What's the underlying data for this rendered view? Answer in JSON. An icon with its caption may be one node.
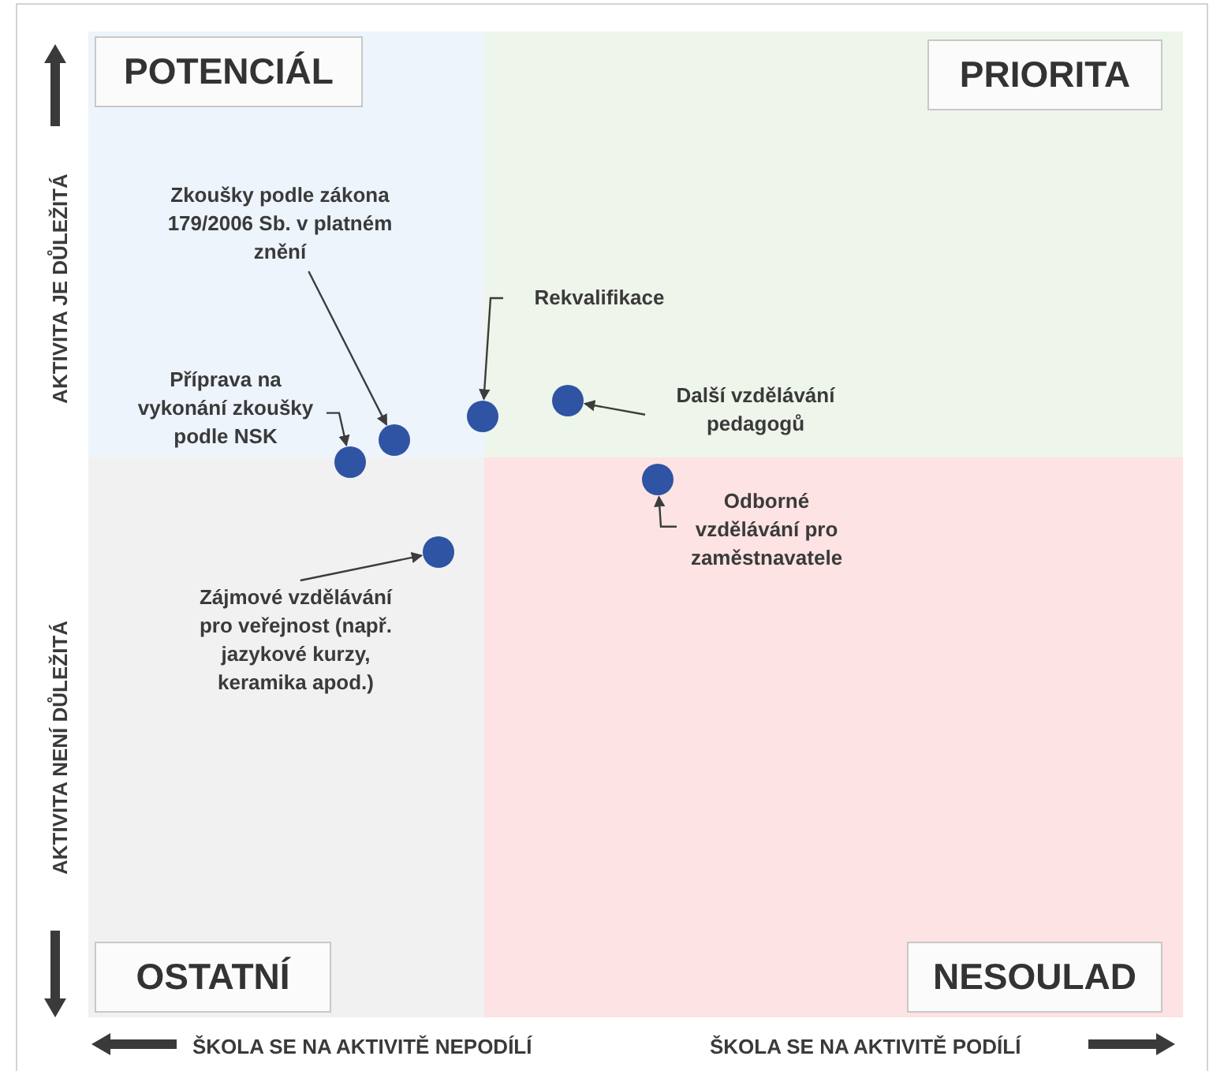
{
  "diagram": {
    "nodes": [
      {
        "text": [
          "POTENCIÁL"
        ]
      },
      {
        "text": [
          "PRIORITA"
        ]
      },
      {
        "text": [
          "OSTATNÍ"
        ]
      },
      {
        "text": [
          "NESOULAD"
        ]
      },
      {
        "text": [
          "Zkoušky podle zákona 179/2006 Sb. v platném znění"
        ],
        "in": 0
      },
      {
        "text": [
          "Příprava na vykonání zkoušky podle NSK"
        ],
        "in": 0
      },
      {
        "text": [
          "Rekvalifikace"
        ],
        "in": 1
      },
      {
        "text": [
          "Další vzdělávání pedagogů"
        ],
        "in": 1
      },
      {
        "text": [
          "Odborné vzdělávání pro zaměstnavatele"
        ],
        "in": 3
      },
      {
        "text": [
          "Zájmové vzdělávání pro veřejnost (např. jazykové kurzy, keramika apod.)"
        ],
        "in": 2
      },
      {
        "text": [],
        "shape": "circle"
      },
      {
        "text": [],
        "shape": "circle",
        "in": 0
      },
      {
        "text": [],
        "shape": "circle",
        "in": 2
      },
      {
        "text": [],
        "shape": "circle"
      },
      {
        "text": [],
        "shape": "circle",
        "in": 1
      },
      {
        "text": [],
        "shape": "circle",
        "in": 3
      }
    ],
    "edges": [
      {
        "from": 4,
        "to": 11,
        "arrow": "to"
      },
      {
        "from": 5,
        "to": 10,
        "arrow": "to"
      },
      {
        "from": 6,
        "to": 13,
        "arrow": "to"
      },
      {
        "from": 7,
        "to": 14,
        "arrow": "to"
      },
      {
        "from": 8,
        "to": 15,
        "arrow": "to"
      },
      {
        "from": 9,
        "to": 12,
        "arrow": "to"
      }
    ],
    "labels": [
      "AKTIVITA JE DŮLEŽITÁ",
      "AKTIVITA NENÍ DŮLEŽITÁ",
      "ŠKOLA SE NA AKTIVITĚ NEPODÍLÍ",
      "ŠKOLA SE NA AKTIVITĚ PODÍLÍ"
    ]
  }
}
